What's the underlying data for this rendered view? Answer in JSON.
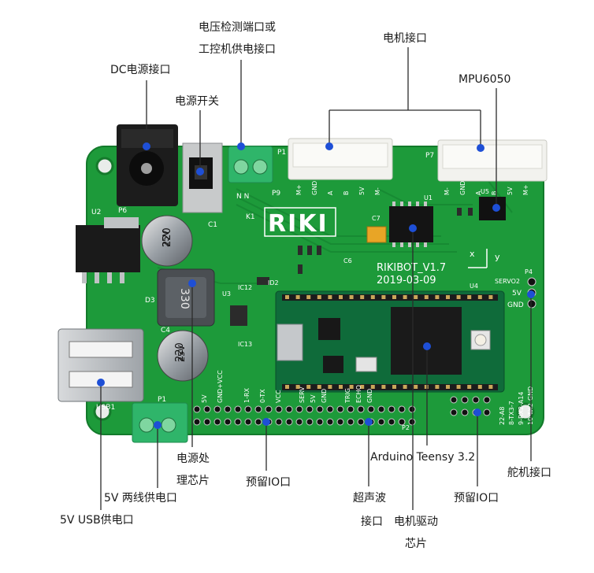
{
  "board": {
    "logo": "RIKI",
    "model": "RIKIBOT_V1.7",
    "date": "2019-03-09",
    "silkscreen": {
      "u1": "U1",
      "u2": "U2",
      "u3": "U3",
      "u4": "U4",
      "u5": "U5",
      "p1": "P1",
      "p2": "P2",
      "p4": "P4",
      "p6": "P6",
      "p7": "P7",
      "p9": "P9",
      "k1": "K1",
      "c1": "C1",
      "c4": "C4",
      "c6": "C6",
      "c7": "C7",
      "d3": "D3",
      "id2": "ID2",
      "ic12": "IC12",
      "ic13": "IC13",
      "usb1": "USB1",
      "cap_top_value": "220",
      "cap_top_rating": "25V",
      "cap_bottom_value": "220",
      "cap_bottom_rating": "25V",
      "inductor": "330",
      "servo2": "SERVO2",
      "v5": "5V",
      "gnd": "GND",
      "axis_x": "x",
      "axis_y": "y",
      "motor_pins_left": [
        "M+",
        "GND",
        "A",
        "B",
        "5V",
        "M-"
      ],
      "motor_pins_right": [
        "M-",
        "GND",
        "A",
        "B",
        "5V",
        "M+"
      ],
      "bottom_pins": [
        "5V",
        "GND+VCC",
        "1-RX",
        "0-TX",
        "VCC",
        "SERV",
        "5V",
        "GND",
        "TRIG",
        "ECHO",
        "GND"
      ],
      "right_pins": [
        "22-A8",
        "8-TX3-7",
        "9-RX2-A14",
        "10-TX2-GND"
      ]
    }
  },
  "callouts": {
    "dc_power": "DC电源接口",
    "voltage_detect_1": "电压检测端口或",
    "voltage_detect_2": "工控机供电接口",
    "motor_port": "电机接口",
    "mpu": "MPU6050",
    "power_switch": "电源开关",
    "power_chip_1": "电源处",
    "power_chip_2": "理芯片",
    "reserved_io_left": "预留IO口",
    "two_wire": "5V 两线供电口",
    "usb_power": "5V USB供电口",
    "teensy": "Arduino Teensy 3.2",
    "ultrasonic_1": "超声波",
    "ultrasonic_2": "接口",
    "motor_driver_1": "电机驱动",
    "motor_driver_2": "芯片",
    "reserved_io_right": "预留IO口",
    "servo_port": "舵机接口"
  },
  "colors": {
    "pcb": "#1d9a3a",
    "pcb_dark": "#157a2c",
    "teensy_board": "#0f6b3a",
    "connector_white": "#f2f2ee",
    "terminal_green": "#2fb56a",
    "line": "#2b2b2b"
  }
}
